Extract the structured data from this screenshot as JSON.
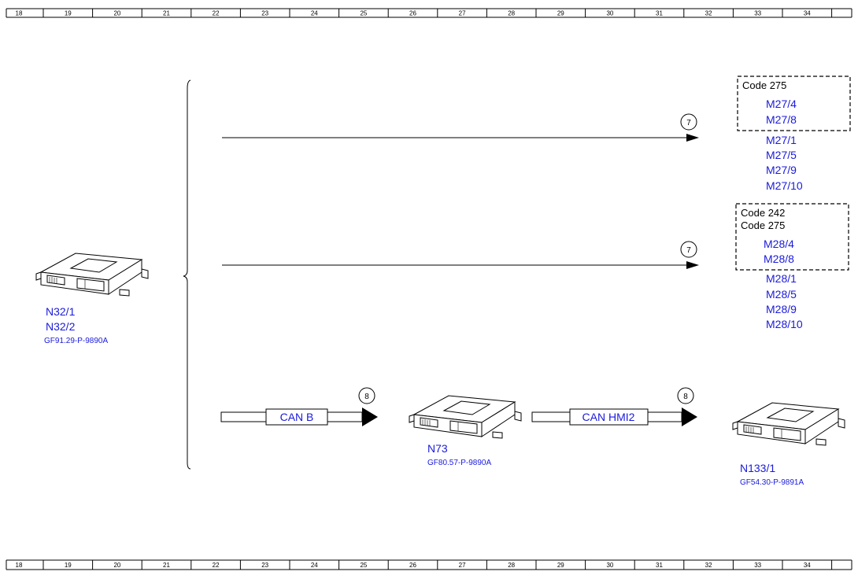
{
  "ruler": {
    "numbers": [
      "18",
      "19",
      "20",
      "21",
      "22",
      "23",
      "24",
      "25",
      "26",
      "27",
      "28",
      "29",
      "30",
      "31",
      "32",
      "33",
      "34"
    ]
  },
  "source_module": {
    "labels": [
      "N32/1",
      "N32/2"
    ],
    "reference": "GF91.29-P-9890A"
  },
  "signal_lines": [
    {
      "circle": "7",
      "group": {
        "codes": [
          "Code 275"
        ],
        "items": [
          "M27/4",
          "M27/8"
        ]
      },
      "items": [
        "M27/1",
        "M27/5",
        "M27/9",
        "M27/10"
      ]
    },
    {
      "circle": "7",
      "group": {
        "codes": [
          "Code 242",
          "Code 275"
        ],
        "items": [
          "M28/4",
          "M28/8"
        ]
      },
      "items": [
        "M28/1",
        "M28/5",
        "M28/9",
        "M28/10"
      ]
    }
  ],
  "bus_chain": {
    "bus1": {
      "label": "CAN B",
      "circle": "8"
    },
    "module_mid": {
      "label": "N73",
      "reference": "GF80.57-P-9890A"
    },
    "bus2": {
      "label": "CAN HMI2",
      "circle": "8"
    },
    "module_end": {
      "label": "N133/1",
      "reference": "GF54.30-P-9891A"
    }
  }
}
